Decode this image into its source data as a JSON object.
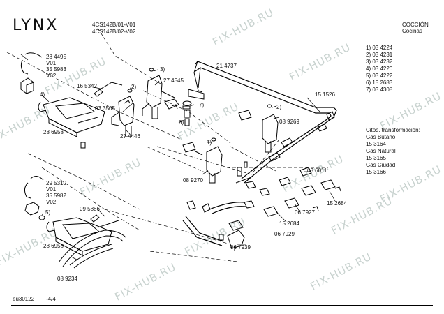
{
  "header": {
    "brand": "LYNX",
    "models": [
      "4CS142B/01-V01",
      "4CS142B/02-V02"
    ],
    "category": "COCCIÓN",
    "subcategory": "Cocinas"
  },
  "footer": {
    "doc_id": "eu30122",
    "page": "-4/4"
  },
  "legend": [
    "1) 03 4224",
    "2) 03 4231",
    "3) 03 4232",
    "4) 03 4220",
    "5) 03 4222",
    "6) 15 2683",
    "7) 03 4308"
  ],
  "conversion": {
    "title": "Citos. transformación:",
    "lines": [
      "Gas Butano",
      "15 3164",
      "Gas Natural",
      "15 3165",
      "Gas Ciudad",
      "15 3166"
    ]
  },
  "labels": {
    "l284495": "28 4495",
    "lV01a": "V01",
    "l355983": "35 5983",
    "lV02a": "V02",
    "l4": "4)",
    "l165342": "16 5342",
    "l2a": "2)",
    "l3": "3)",
    "l274545": "27 4545",
    "l214737": "21 4737",
    "l033505": "03 3505",
    "l286958a": "28 6958",
    "l274446": "27 4446",
    "l6": "6)",
    "l7": "7)",
    "l151526": "15 1526",
    "l2b": "2)",
    "l089269": "08 9269",
    "l1": "1)",
    "l089270": "08 9270",
    "l295310": "29 5310",
    "lV01b": "V01",
    "l355982": "35 5982",
    "lV02b": "V02",
    "l5": "5)",
    "l095886": "09 5886",
    "l286958b": "28 6958",
    "l089234": "08 9234",
    "l036011": "03 6011",
    "l152684a": "15 2684",
    "l067927": "06 7927",
    "l152684b": "15 2684",
    "l067929": "06 7929",
    "l067939": "06 7939"
  },
  "watermark": "FIX-HUB.RU"
}
